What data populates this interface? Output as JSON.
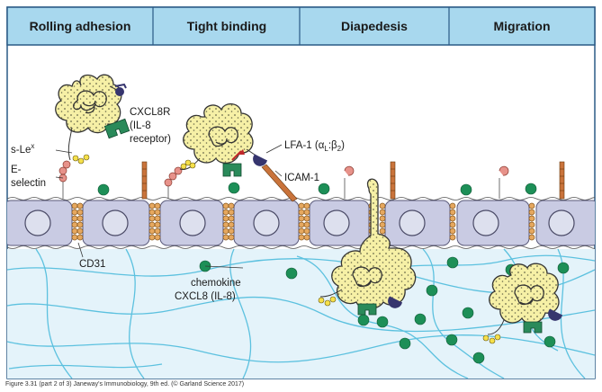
{
  "stages": [
    "Rolling adhesion",
    "Tight binding",
    "Diapedesis",
    "Migration"
  ],
  "labels": {
    "cxcl8r": [
      "CXCL8R",
      "(IL-8",
      "receptor)"
    ],
    "slex": "s-Le",
    "slex_sup": "x",
    "eselectin": [
      "E-",
      "selectin"
    ],
    "lfa1_prefix": "LFA-1 (α",
    "lfa1_sub1": "L",
    "lfa1_mid": ":β",
    "lfa1_sub2": "2",
    "lfa1_suffix": ")",
    "icam1": "ICAM-1",
    "cd31": "CD31",
    "chemokine": [
      "chemokine",
      "CXCL8 (IL-8)"
    ]
  },
  "caption": "Figure 3.31 (part 2 of 3)  Janeway's Immunobiology, 9th ed. (© Garland Science 2017)",
  "colors": {
    "header": "#a8d8ee",
    "vessel_lumen": "#ffffff",
    "tissue": "#e4f3fa",
    "endothelium": "#c9cbe3",
    "nucleus": "#dde0ee",
    "cell": "#f6f0a6",
    "junction": "#e6a85f",
    "chemokine": "#1d8f57",
    "receptor": "#2a8a5a",
    "integrin": "#36356e",
    "selectin": "#e7928a",
    "fiber": "#5cc1df"
  }
}
